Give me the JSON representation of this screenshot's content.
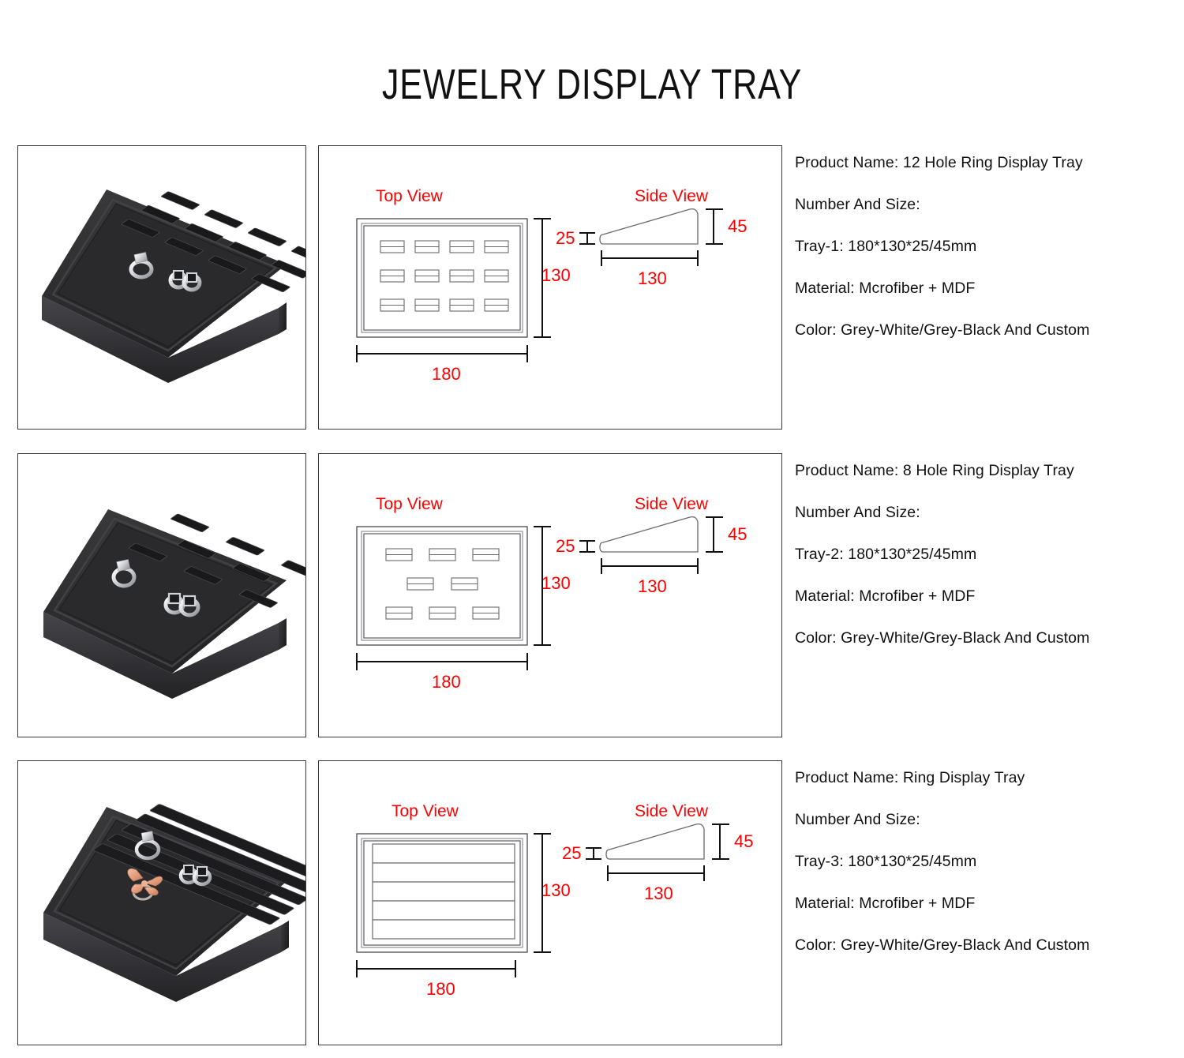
{
  "page": {
    "title": "JEWELRY DISPLAY TRAY",
    "accent_red": "#ff0000",
    "border_color": "#3a3a3e",
    "background": "#ffffff",
    "tray_color": "#2b2b2d"
  },
  "labels": {
    "top_view": "Top View",
    "side_view": "Side View"
  },
  "products": [
    {
      "photo_alt": "12 hole black microfiber ring display tray with two silver rings",
      "drawing": {
        "top_view_label": "Top View",
        "side_view_label": "Side View",
        "width_label": "180",
        "depth_label": "130",
        "side_length_label": "130",
        "side_low_label": "25",
        "side_high_label": "45",
        "slot_layout": "grid-4x3",
        "slot_count": 12
      },
      "spec": {
        "product_name": "Product Name: 12 Hole Ring Display Tray",
        "number_and_size_label": "Number And Size:",
        "tray_size": "Tray-1: 180*130*25/45mm",
        "material": "Material: Mcrofiber + MDF",
        "color": "Color: Grey-White/Grey-Black And Custom"
      }
    },
    {
      "photo_alt": "8 hole black microfiber ring display tray with two silver rings",
      "drawing": {
        "top_view_label": "Top View",
        "side_view_label": "Side View",
        "width_label": "180",
        "depth_label": "130",
        "side_length_label": "130",
        "side_low_label": "25",
        "side_high_label": "45",
        "slot_layout": "staggered-3-2-3",
        "slot_count": 8
      },
      "spec": {
        "product_name": "Product Name: 8 Hole Ring Display Tray",
        "number_and_size_label": "Number And Size:",
        "tray_size": "Tray-2: 180*130*25/45mm",
        "material": "Material: Mcrofiber + MDF",
        "color": "Color: Grey-White/Grey-Black And Custom"
      }
    },
    {
      "photo_alt": "Slotted bar black microfiber ring display tray with rose gold butterfly ring",
      "drawing": {
        "top_view_label": "Top View",
        "side_view_label": "Side View",
        "width_label": "180",
        "depth_label": "130",
        "side_length_label": "130",
        "side_low_label": "25",
        "side_high_label": "45",
        "slot_layout": "bars-5",
        "slot_count": 5
      },
      "spec": {
        "product_name": "Product Name: Ring Display Tray",
        "number_and_size_label": "Number And Size:",
        "tray_size": "Tray-3: 180*130*25/45mm",
        "material": "Material: Mcrofiber + MDF",
        "color": "Color: Grey-White/Grey-Black And Custom"
      }
    }
  ]
}
